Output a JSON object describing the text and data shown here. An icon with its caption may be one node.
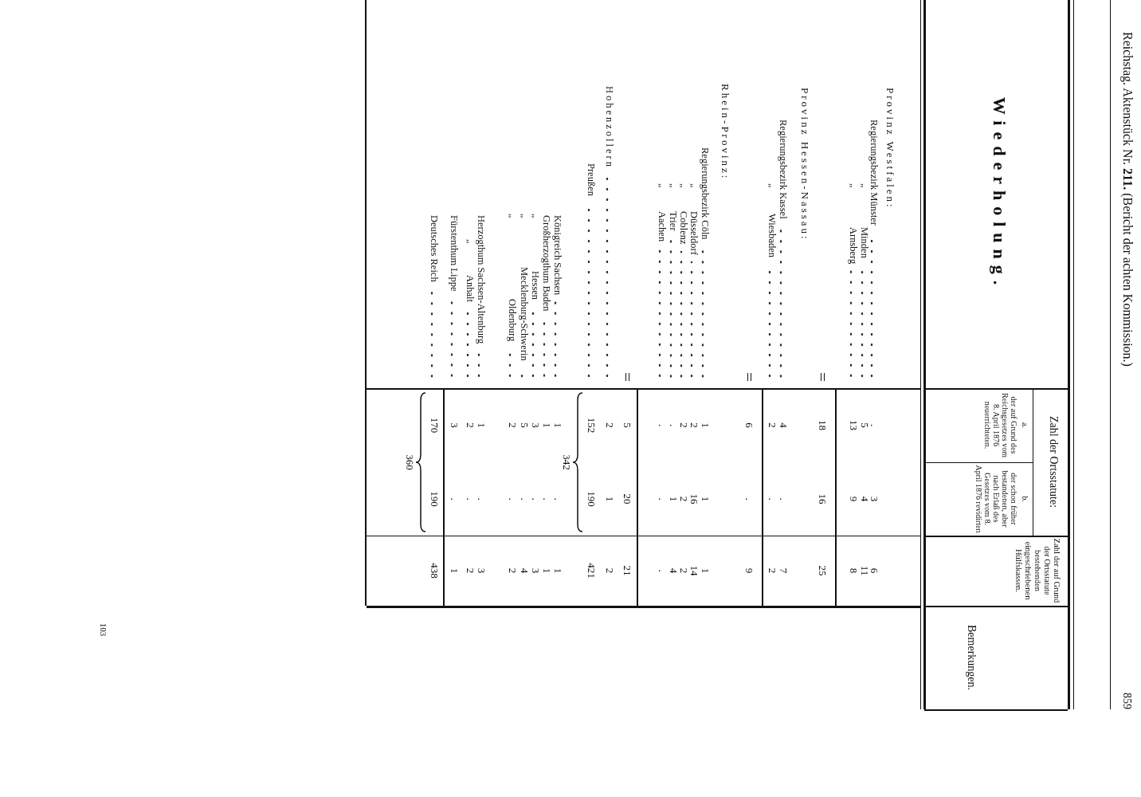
{
  "diagram": {
    "labels": [
      "Reichstag. Aktenstück Nr. **211.** (Bericht der achten Kommission.)",
      "859",
      "Wiederholung.",
      "Zahl der Ortsstatute:",
      "a.",
      "der auf Grund des Reichsgesetzes vom 8. April 1876 neuerrichteten.",
      "b.",
      "der schon früher bestandenen, aber nach Erlaß des Gesetzes vom 8. April 1876 revidirten",
      "Zahl der auf Grund der Ortsstatute bestehenden eingeschriebenen Hülfskassen.",
      "Bemerkungen.",
      "Provinz Westfalen:",
      "Regierungsbezirk Münster",
      ".",
      "3",
      "6",
      "„",
      "Minden",
      "5",
      "4",
      "11",
      "„",
      "Arnsberg",
      "13",
      "9",
      "8",
      "18",
      "16",
      "25",
      "Provinz Hessen-Nassau:",
      "Regierungsbezirk Kassel",
      "4",
      ".",
      "7",
      "„",
      "Wiesbaden",
      "2",
      ".",
      "2",
      "6",
      ".",
      "9",
      "Rhein-Provinz:",
      "Regierungsbezirk Cöln",
      "1",
      "1",
      "1",
      "„",
      "Düsseldorf",
      "2",
      "16",
      "14",
      "„",
      "Coblenz",
      "2",
      "2",
      "2",
      "„",
      "Trier",
      ".",
      "1",
      "4",
      "„",
      "Aachen",
      ".",
      ".",
      ".",
      "5",
      "20",
      "21",
      "Hohenzollern",
      "2",
      "1",
      "2",
      "Preußen",
      "152",
      "190",
      "421",
      "Königreich Sachsen",
      "1",
      ".",
      "1",
      "Großherzogthum Baden",
      "1",
      ".",
      "1",
      "„",
      "Hessen",
      "3",
      ".",
      "3",
      "„",
      "Mecklenburg-Schwerin",
      "5",
      ".",
      "4",
      "„",
      "Oldenburg",
      "2",
      ".",
      "2",
      "Herzogthum Sachsen-Altenburg",
      "1",
      ".",
      "3",
      "„",
      "Anhalt",
      "2",
      ".",
      "2",
      "Fürstenthum Lippe",
      "3",
      ".",
      "1",
      "Deutsches Reich",
      "170",
      "190",
      "438",
      "342",
      "360",
      "103"
    ]
  }
}
